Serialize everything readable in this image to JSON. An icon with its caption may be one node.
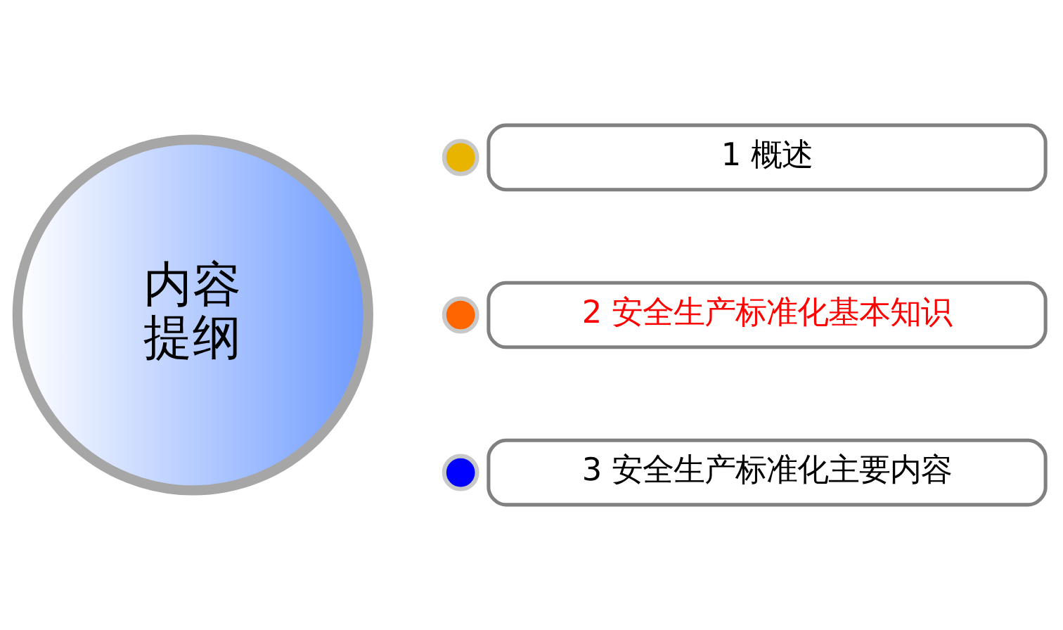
{
  "diagram": {
    "nodes": [
      {
        "text": [
          "内容提纲"
        ]
      },
      {
        "text": [],
        "shape": "circle"
      },
      {
        "text": [
          "1 概述"
        ]
      },
      {
        "text": [],
        "shape": "circle"
      },
      {
        "text": [
          "2 安全生产标准化基本知识"
        ]
      },
      {
        "text": [],
        "shape": "circle"
      },
      {
        "text": [
          "3 安全生产标准化主要内容"
        ]
      }
    ]
  }
}
